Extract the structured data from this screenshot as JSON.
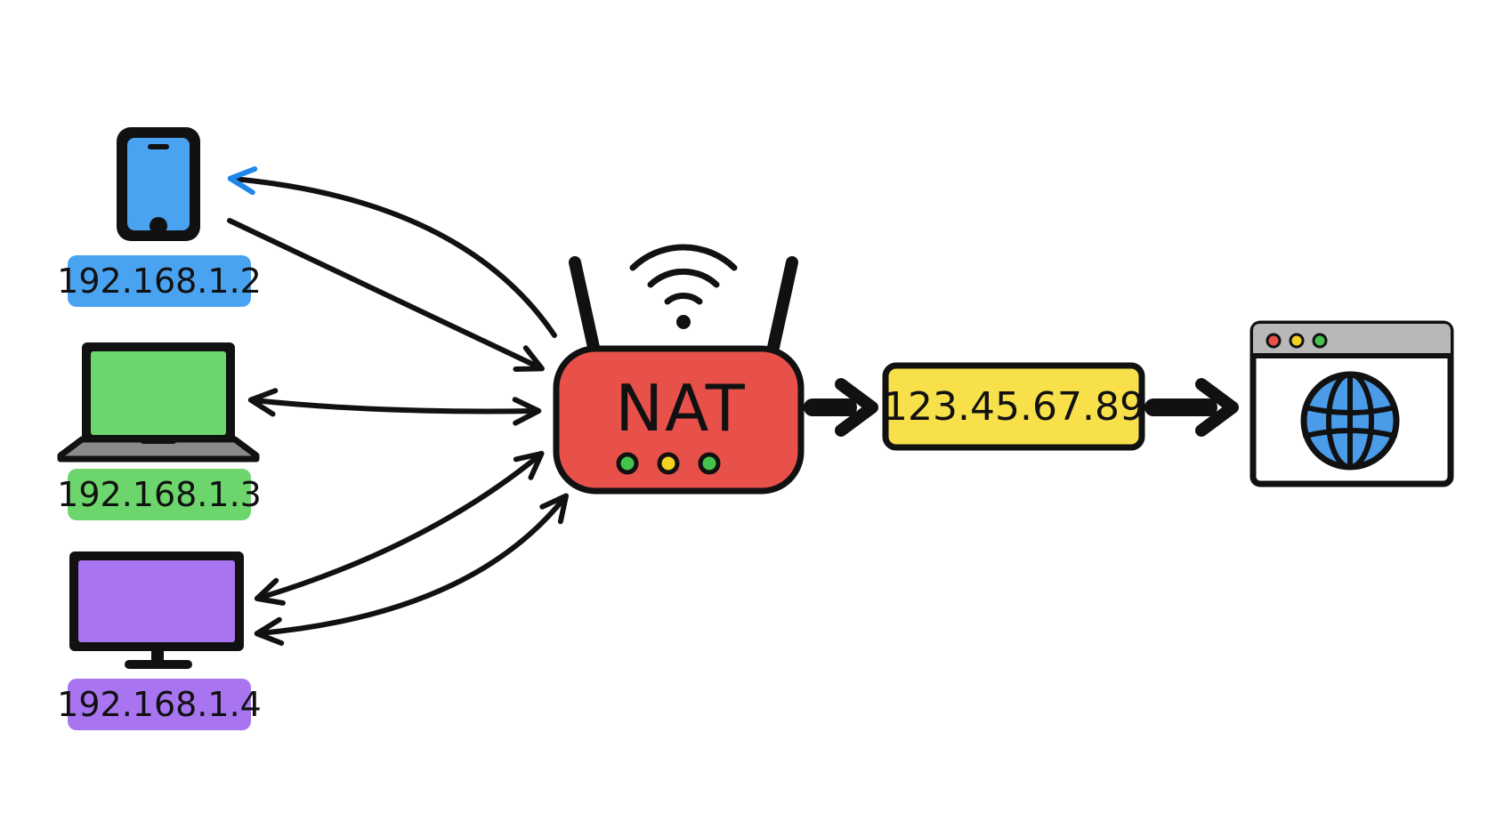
{
  "router": {
    "label": "NAT",
    "body_color": "#e8504a",
    "led_colors": [
      "#44c24a",
      "#f2d21e",
      "#44c24a"
    ]
  },
  "devices": [
    {
      "name": "phone",
      "icon": "smartphone-icon",
      "ip": "192.168.1.2",
      "color": "#4aa3f0"
    },
    {
      "name": "laptop",
      "icon": "laptop-icon",
      "ip": "192.168.1.3",
      "color": "#6cd66c"
    },
    {
      "name": "desktop",
      "icon": "monitor-icon",
      "ip": "192.168.1.4",
      "color": "#a974f0"
    }
  ],
  "public_ip": {
    "ip": "123.45.67.89",
    "color": "#f7e04a"
  },
  "internet": {
    "icon": "browser-globe-icon",
    "globe_color": "#4a9be8"
  },
  "wifi": {
    "icon": "wifi-icon"
  },
  "colors": {
    "ink": "#111111",
    "reply_arrow": "#1f86ea",
    "window_bar": "#b8b8b8"
  }
}
